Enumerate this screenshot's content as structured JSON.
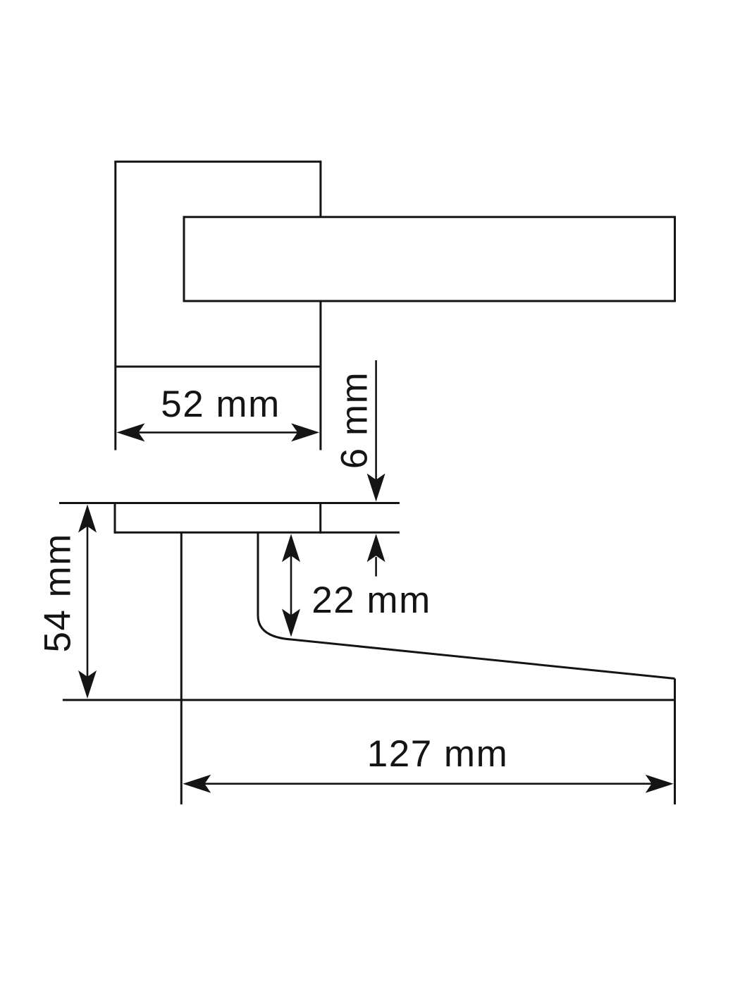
{
  "page": {
    "background": "#ffffff",
    "line_color": "#141414"
  },
  "diagram": {
    "type": "technical-dimension-drawing",
    "subject": "door lever handle on square rose, front view and side profile view",
    "views": [
      {
        "name": "front-view",
        "parts": [
          "square rose plate",
          "lever bar"
        ]
      },
      {
        "name": "side-view",
        "parts": [
          "rose plate",
          "handle neck",
          "lever arm"
        ]
      }
    ],
    "dimensions": {
      "rose_width": {
        "label": "52 mm",
        "value": 52,
        "unit": "mm",
        "orientation": "horizontal"
      },
      "rose_thickness": {
        "label": "6 mm",
        "value": 6,
        "unit": "mm",
        "orientation": "vertical-rotated"
      },
      "overall_projection": {
        "label": "54 mm",
        "value": 54,
        "unit": "mm",
        "orientation": "vertical-rotated"
      },
      "neck_offset": {
        "label": "22 mm",
        "value": 22,
        "unit": "mm",
        "orientation": "horizontal"
      },
      "lever_length": {
        "label": "127 mm",
        "value": 127,
        "unit": "mm",
        "orientation": "horizontal"
      }
    }
  }
}
